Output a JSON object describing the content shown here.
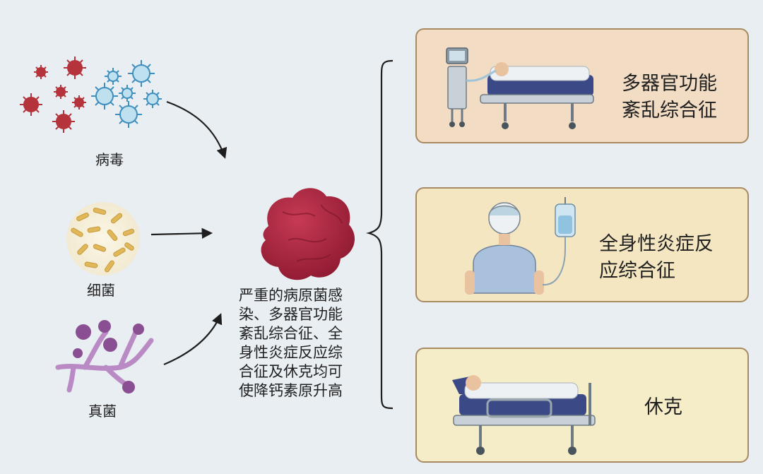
{
  "sources": {
    "virus": "病毒",
    "bacteria": "细菌",
    "fungus": "真菌"
  },
  "center_text": "严重的病原菌感\n染、多器官功能\n紊乱综合征、全\n身性炎症反应综\n合征及休克均可\n使降钙素原升高",
  "outcomes": [
    {
      "label": "多器官功能\n紊乱综合征",
      "color": "#f2dcc3"
    },
    {
      "label": "全身性炎症反\n应综合征",
      "color": "#f3e6c1"
    },
    {
      "label": "休克",
      "color": "#f5ecc8"
    }
  ],
  "colors": {
    "virus_red": "#b5333a",
    "virus_blue": "#3f8fbf",
    "tissue": "#a8243c",
    "fungus": "#8a4e92"
  }
}
